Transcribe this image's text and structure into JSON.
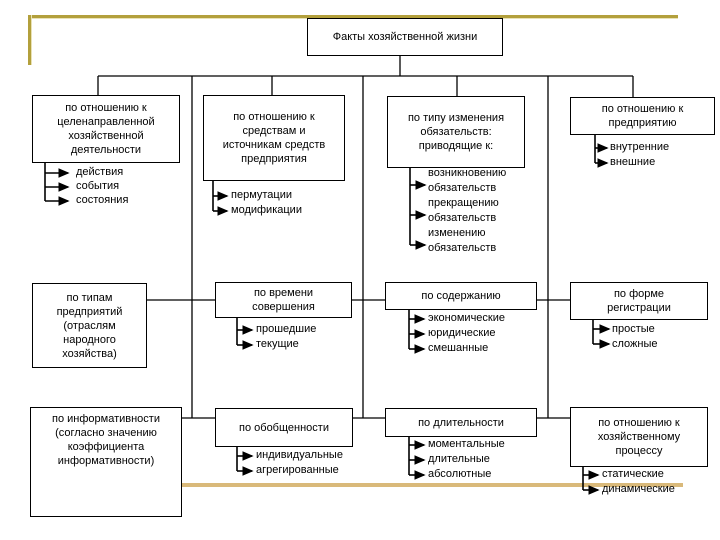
{
  "slide": {
    "accent_color_top": "#b3a03c",
    "accent_color_bottom": "#d9b97a"
  },
  "root": {
    "label": "Факты хозяйственной жизни"
  },
  "groups": [
    {
      "label": "по отношению к\nцеленаправленной\nхозяйственной\nдеятельности",
      "items": [
        "действия",
        "события",
        "состояния"
      ]
    },
    {
      "label": "по отношению к\nсредствам и\nисточникам средств\nпредприятия",
      "items": [
        "пермутации",
        "модификации"
      ]
    },
    {
      "label": "по типу изменения\nобязательств:\nприводящие к:",
      "items": [
        "возникновению обязательств",
        "прекращению обязательств",
        "изменению обязательств"
      ]
    },
    {
      "label": "по отношению к\nпредприятию",
      "items": [
        "внутренние",
        "внешние"
      ]
    },
    {
      "label": "по типам\nпредприятий\n(отраслям\nнародного\nхозяйства)",
      "items": []
    },
    {
      "label": "по времени\nсовершения",
      "items": [
        "прошедшие",
        "текущие"
      ]
    },
    {
      "label": "по содержанию",
      "items": [
        "экономические",
        "юридические",
        "смешанные"
      ]
    },
    {
      "label": "по форме\nрегистрации",
      "items": [
        "простые",
        "сложные"
      ]
    },
    {
      "label": "по информативности\n(согласно значению\nкоэффициента\nинформативности)",
      "items": []
    },
    {
      "label": "по обобщенности",
      "items": [
        "индивидуальные",
        "агрегированные"
      ]
    },
    {
      "label": "по длительности",
      "items": [
        "моментальные",
        "длительные",
        "абсолютные"
      ]
    },
    {
      "label": "по отношению к\nхозяйственному\nпроцессу",
      "items": [
        "статические",
        "динамические"
      ]
    }
  ]
}
